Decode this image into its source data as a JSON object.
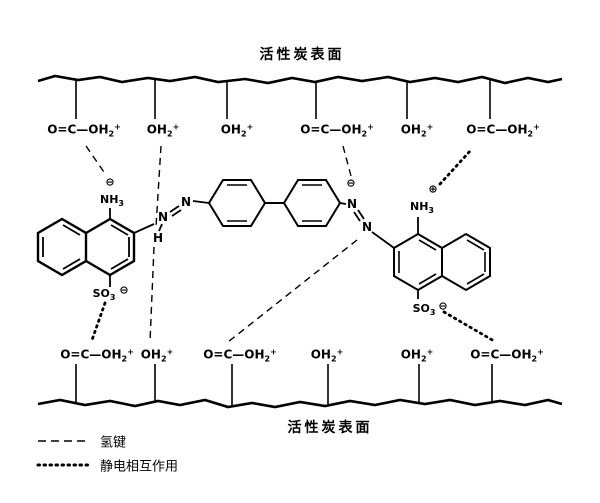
{
  "surface": {
    "top_label": "活性炭表面",
    "bottom_label": "活性炭表面"
  },
  "legend": {
    "hydrogen_bond": "氢键",
    "electrostatic": "静电相互作用"
  },
  "formulas": {
    "carboxyl": {
      "main": "O=C—OH",
      "sub": "2",
      "sup": "+"
    },
    "hydroxyl": {
      "main": "OH",
      "sub": "2",
      "sup": "+"
    },
    "ammonium": {
      "main": "NH",
      "sub": "3"
    },
    "sulfonate": {
      "main": "SO",
      "sub": "3"
    }
  },
  "atoms": {
    "nitrogen": "N",
    "hydrogen": "H"
  },
  "charges": {
    "plus": "⊕",
    "minus": "⊖"
  },
  "top_groups": [
    "carboxyl",
    "hydroxyl",
    "hydroxyl",
    "carboxyl",
    "hydroxyl",
    "carboxyl"
  ],
  "bottom_groups": [
    "carboxyl",
    "hydroxyl",
    "carboxyl",
    "hydroxyl",
    "hydroxyl",
    "carboxyl"
  ]
}
